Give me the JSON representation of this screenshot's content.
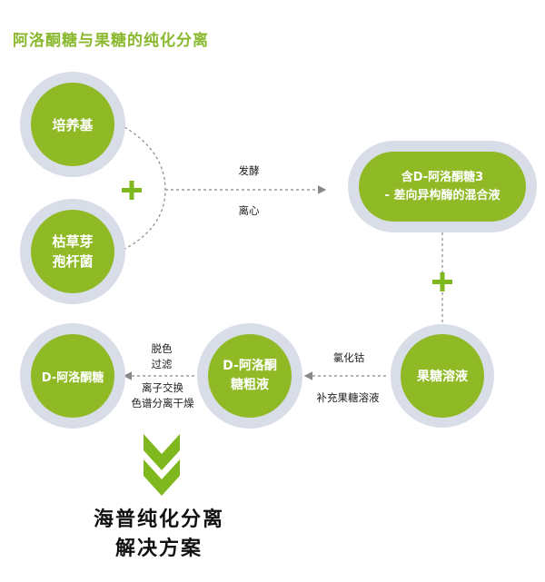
{
  "title": "阿洛酮糖与果糖的纯化分离",
  "colors": {
    "green": "#8fba25",
    "ring": "#d9dde8",
    "title": "#8ab82e",
    "line": "#888888",
    "arrow_green": "#7fb81e"
  },
  "nodes": {
    "culture_medium": "培养基",
    "bacillus_line1": "枯草芽",
    "bacillus_line2": "孢杆菌",
    "mixture_line1": "含D-阿洛酮糖3",
    "mixture_line2": "- 差向异构酶的混合液",
    "fructose_solution": "果糖溶液",
    "crude_line1": "D-阿洛酮",
    "crude_line2": "糖粗液",
    "allulose": "D-阿洛酮糖"
  },
  "labels": {
    "ferment": "发酵",
    "centrifuge": "离心",
    "cobalt_chloride": "氯化钴",
    "add_fructose": "补充果糖溶液",
    "decolor": "脱色",
    "filter": "过滤",
    "ion_exchange": "离子交换",
    "chromatography": "色谱分离干燥"
  },
  "icons": {
    "plus_left": "plus-icon",
    "plus_right": "plus-icon",
    "down_arrow": "down-arrow-icon"
  },
  "solution": {
    "line1": "海普纯化分离",
    "line2": "解决方案"
  }
}
